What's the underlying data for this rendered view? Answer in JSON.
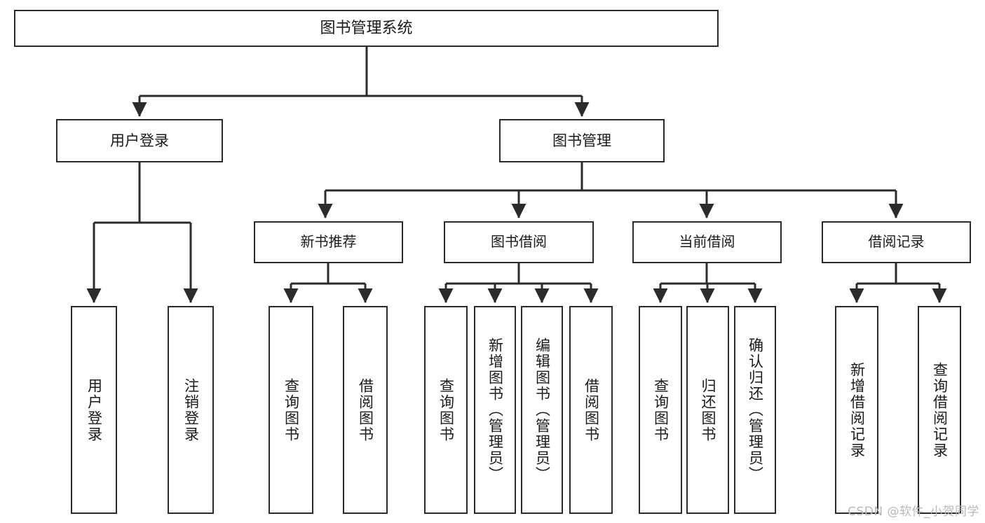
{
  "diagram": {
    "type": "tree",
    "title": "图书管理系统",
    "watermark": "CSDN @软件_小贺同学",
    "colors": {
      "background": "#ffffff",
      "stroke": "#2b2b2b",
      "text": "#1a1a1a",
      "watermark": "#b9b9b9"
    },
    "nodes": {
      "root": {
        "label": "图书管理系统"
      },
      "level1": [
        {
          "id": "user-login",
          "label": "用户登录"
        },
        {
          "id": "book-manage",
          "label": "图书管理"
        }
      ],
      "level2": [
        {
          "id": "new-book-recommend",
          "label": "新书推荐",
          "parent": "book-manage"
        },
        {
          "id": "book-borrow",
          "label": "图书借阅",
          "parent": "book-manage"
        },
        {
          "id": "current-borrow",
          "label": "当前借阅",
          "parent": "book-manage"
        },
        {
          "id": "borrow-record",
          "label": "借阅记录",
          "parent": "book-manage"
        }
      ],
      "leaves": [
        {
          "id": "leaf-user-login",
          "label": "用户登录",
          "parent": "user-login"
        },
        {
          "id": "leaf-logout-login",
          "label": "注销登录",
          "parent": "user-login"
        },
        {
          "id": "leaf-query-book-1",
          "label": "查询图书",
          "parent": "new-book-recommend"
        },
        {
          "id": "leaf-borrow-book-1",
          "label": "借阅图书",
          "parent": "new-book-recommend"
        },
        {
          "id": "leaf-query-book-2",
          "label": "查询图书",
          "parent": "book-borrow"
        },
        {
          "id": "leaf-add-book",
          "label": "新增图书（管理员）",
          "parent": "book-borrow"
        },
        {
          "id": "leaf-edit-book",
          "label": "编辑图书（管理员）",
          "parent": "book-borrow"
        },
        {
          "id": "leaf-borrow-book-2",
          "label": "借阅图书",
          "parent": "book-borrow"
        },
        {
          "id": "leaf-query-book-3",
          "label": "查询图书",
          "parent": "current-borrow"
        },
        {
          "id": "leaf-return-book",
          "label": "归还图书",
          "parent": "current-borrow"
        },
        {
          "id": "leaf-confirm-return",
          "label": "确认归还（管理员）",
          "parent": "current-borrow"
        },
        {
          "id": "leaf-add-record",
          "label": "新增借阅记录",
          "parent": "borrow-record"
        },
        {
          "id": "leaf-query-record",
          "label": "查询借阅记录",
          "parent": "borrow-record"
        }
      ]
    }
  }
}
